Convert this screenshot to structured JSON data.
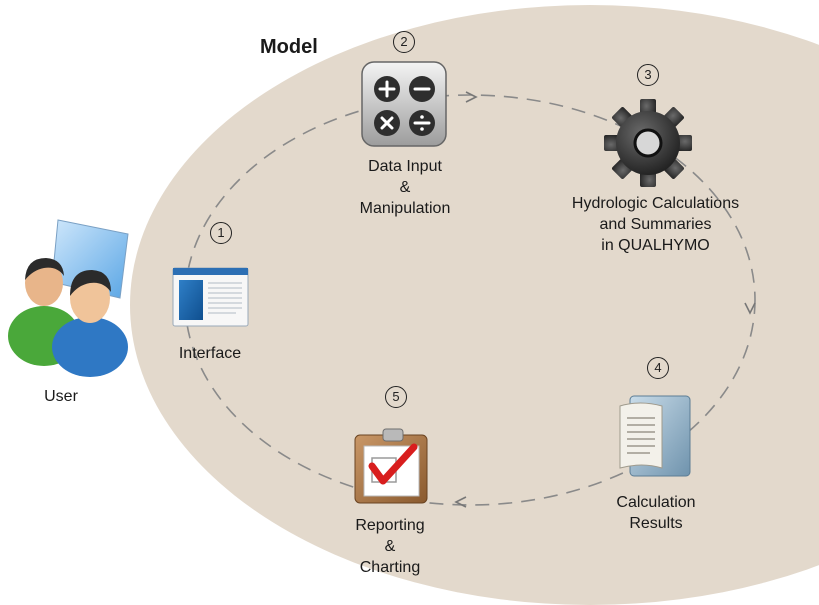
{
  "title": "Model",
  "user": {
    "label": "User"
  },
  "steps": [
    {
      "number": "1",
      "lines": [
        "Interface"
      ],
      "icon": "window-icon"
    },
    {
      "number": "2",
      "lines": [
        "Data Input",
        "&",
        "Manipulation"
      ],
      "icon": "calculator-icon"
    },
    {
      "number": "3",
      "lines": [
        "Hydrologic Calculations",
        "and Summaries",
        "in QUALHYMO"
      ],
      "icon": "gear-icon"
    },
    {
      "number": "4",
      "lines": [
        "Calculation",
        "Results"
      ],
      "icon": "scroll-document-icon"
    },
    {
      "number": "5",
      "lines": [
        "Reporting",
        "&",
        "Charting"
      ],
      "icon": "clipboard-check-icon"
    }
  ],
  "colors": {
    "background_region": "#e3d9cc",
    "cycle_path": "#8a8a8a",
    "checkmark": "#d81e1e"
  }
}
